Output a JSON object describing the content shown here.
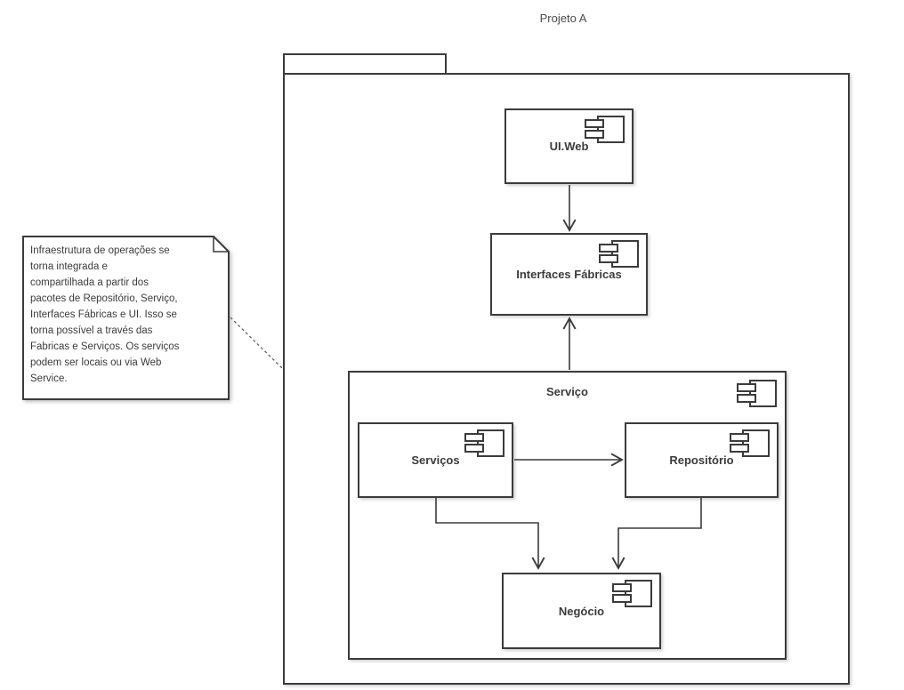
{
  "title": "Projeto A",
  "note": {
    "text": "Infraestrutura de operações se\ntorna integrada e\ncompartilhada a partir dos\npacotes de Repositório, Serviço,\nInterfaces Fábricas e UI. Isso se\ntorna possível a través das\nFabricas e Serviços. Os serviços\npodem ser locais ou via Web\nService."
  },
  "nodes": {
    "ui_web": {
      "label": "UI.Web",
      "icon": "uml-component-icon"
    },
    "interfaces_fabricas": {
      "label": "Interfaces Fábricas",
      "icon": "uml-component-icon"
    },
    "servico": {
      "label": "Serviço",
      "icon": "uml-component-icon"
    },
    "servicos": {
      "label": "Serviços",
      "icon": "uml-component-icon"
    },
    "repositorio": {
      "label": "Repositório",
      "icon": "uml-component-icon"
    },
    "negocio": {
      "label": "Negócio",
      "icon": "uml-component-icon"
    }
  },
  "edges": [
    {
      "from": "UI.Web",
      "to": "Interfaces Fábricas",
      "style": "solid-arrow"
    },
    {
      "from": "Serviço",
      "to": "Interfaces Fábricas",
      "style": "solid-arrow"
    },
    {
      "from": "Serviços",
      "to": "Repositório",
      "style": "solid-arrow"
    },
    {
      "from": "Serviços",
      "to": "Negócio",
      "style": "solid-arrow-elbow"
    },
    {
      "from": "Repositório",
      "to": "Negócio",
      "style": "solid-arrow-elbow"
    },
    {
      "from": "note",
      "to": "Projeto A package",
      "style": "dashed"
    }
  ],
  "colors": {
    "line": "#3b3b3b",
    "text": "#3b3b3b",
    "title_text": "#4a4a4a",
    "background": "#ffffff"
  }
}
